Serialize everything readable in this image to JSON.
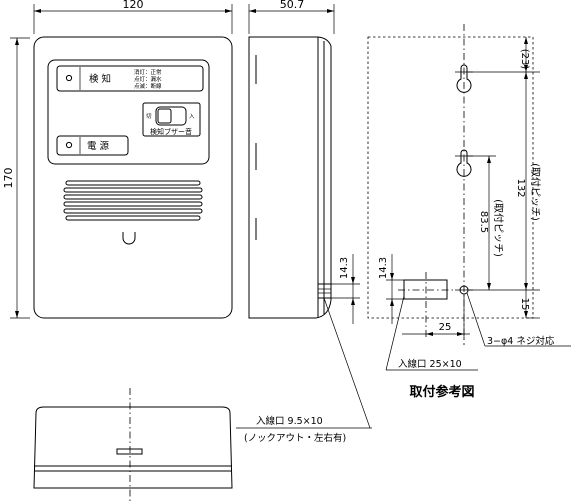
{
  "front": {
    "width_dim": "120",
    "height_dim": "170",
    "detect_label": "検 知",
    "power_label": "電 源",
    "status_lines": [
      "消灯：正常",
      "点灯：漏水",
      "点滅：断線"
    ],
    "switch_off": "切",
    "switch_on": "入",
    "buzzer_label": "検知ブザー音"
  },
  "side": {
    "depth_dim": "50.7",
    "inlet_height_dim": "14.3"
  },
  "mount": {
    "top_offset_dim": "(23)",
    "total_pitch_dim": "132",
    "total_pitch_label": "(取付ピッチ)",
    "pitch_dim": "83.5",
    "pitch_label": "(取付ピッチ)",
    "inlet_height_dim": "14.3",
    "bottom_dim": "15",
    "horizontal_dim": "25",
    "screw_label": "3−φ4 ネジ対応",
    "inlet_label": "入線口 25×10",
    "title": "取付参考図"
  },
  "bottom": {
    "inlet_label": "入線口 9.5×10",
    "inlet_note": "(ノックアウト・左右有)"
  }
}
